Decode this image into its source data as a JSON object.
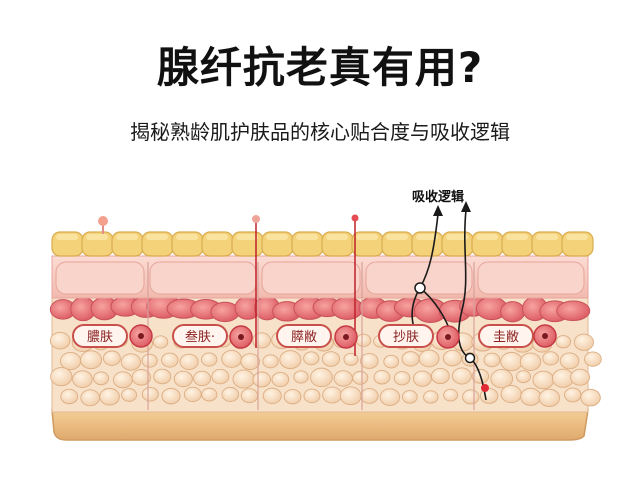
{
  "header": {
    "title": "腺纤抗老真有用?",
    "subtitle": "揭秘熟龄肌护肤品的核心贴合度与吸收逻辑"
  },
  "diagram": {
    "arrow_label": "吸收逻辑",
    "layer_labels": [
      "膿肤",
      "叁肤·",
      "膵敝",
      "抄肤",
      "圭敝"
    ],
    "colors": {
      "surface_cell": "#f3d27a",
      "epidermis": "#f6c9c1",
      "red_cell": "#e9757a",
      "dermis_cell": "#f6dcc0",
      "base": "#f0c48e",
      "line": "#c0202a"
    }
  }
}
